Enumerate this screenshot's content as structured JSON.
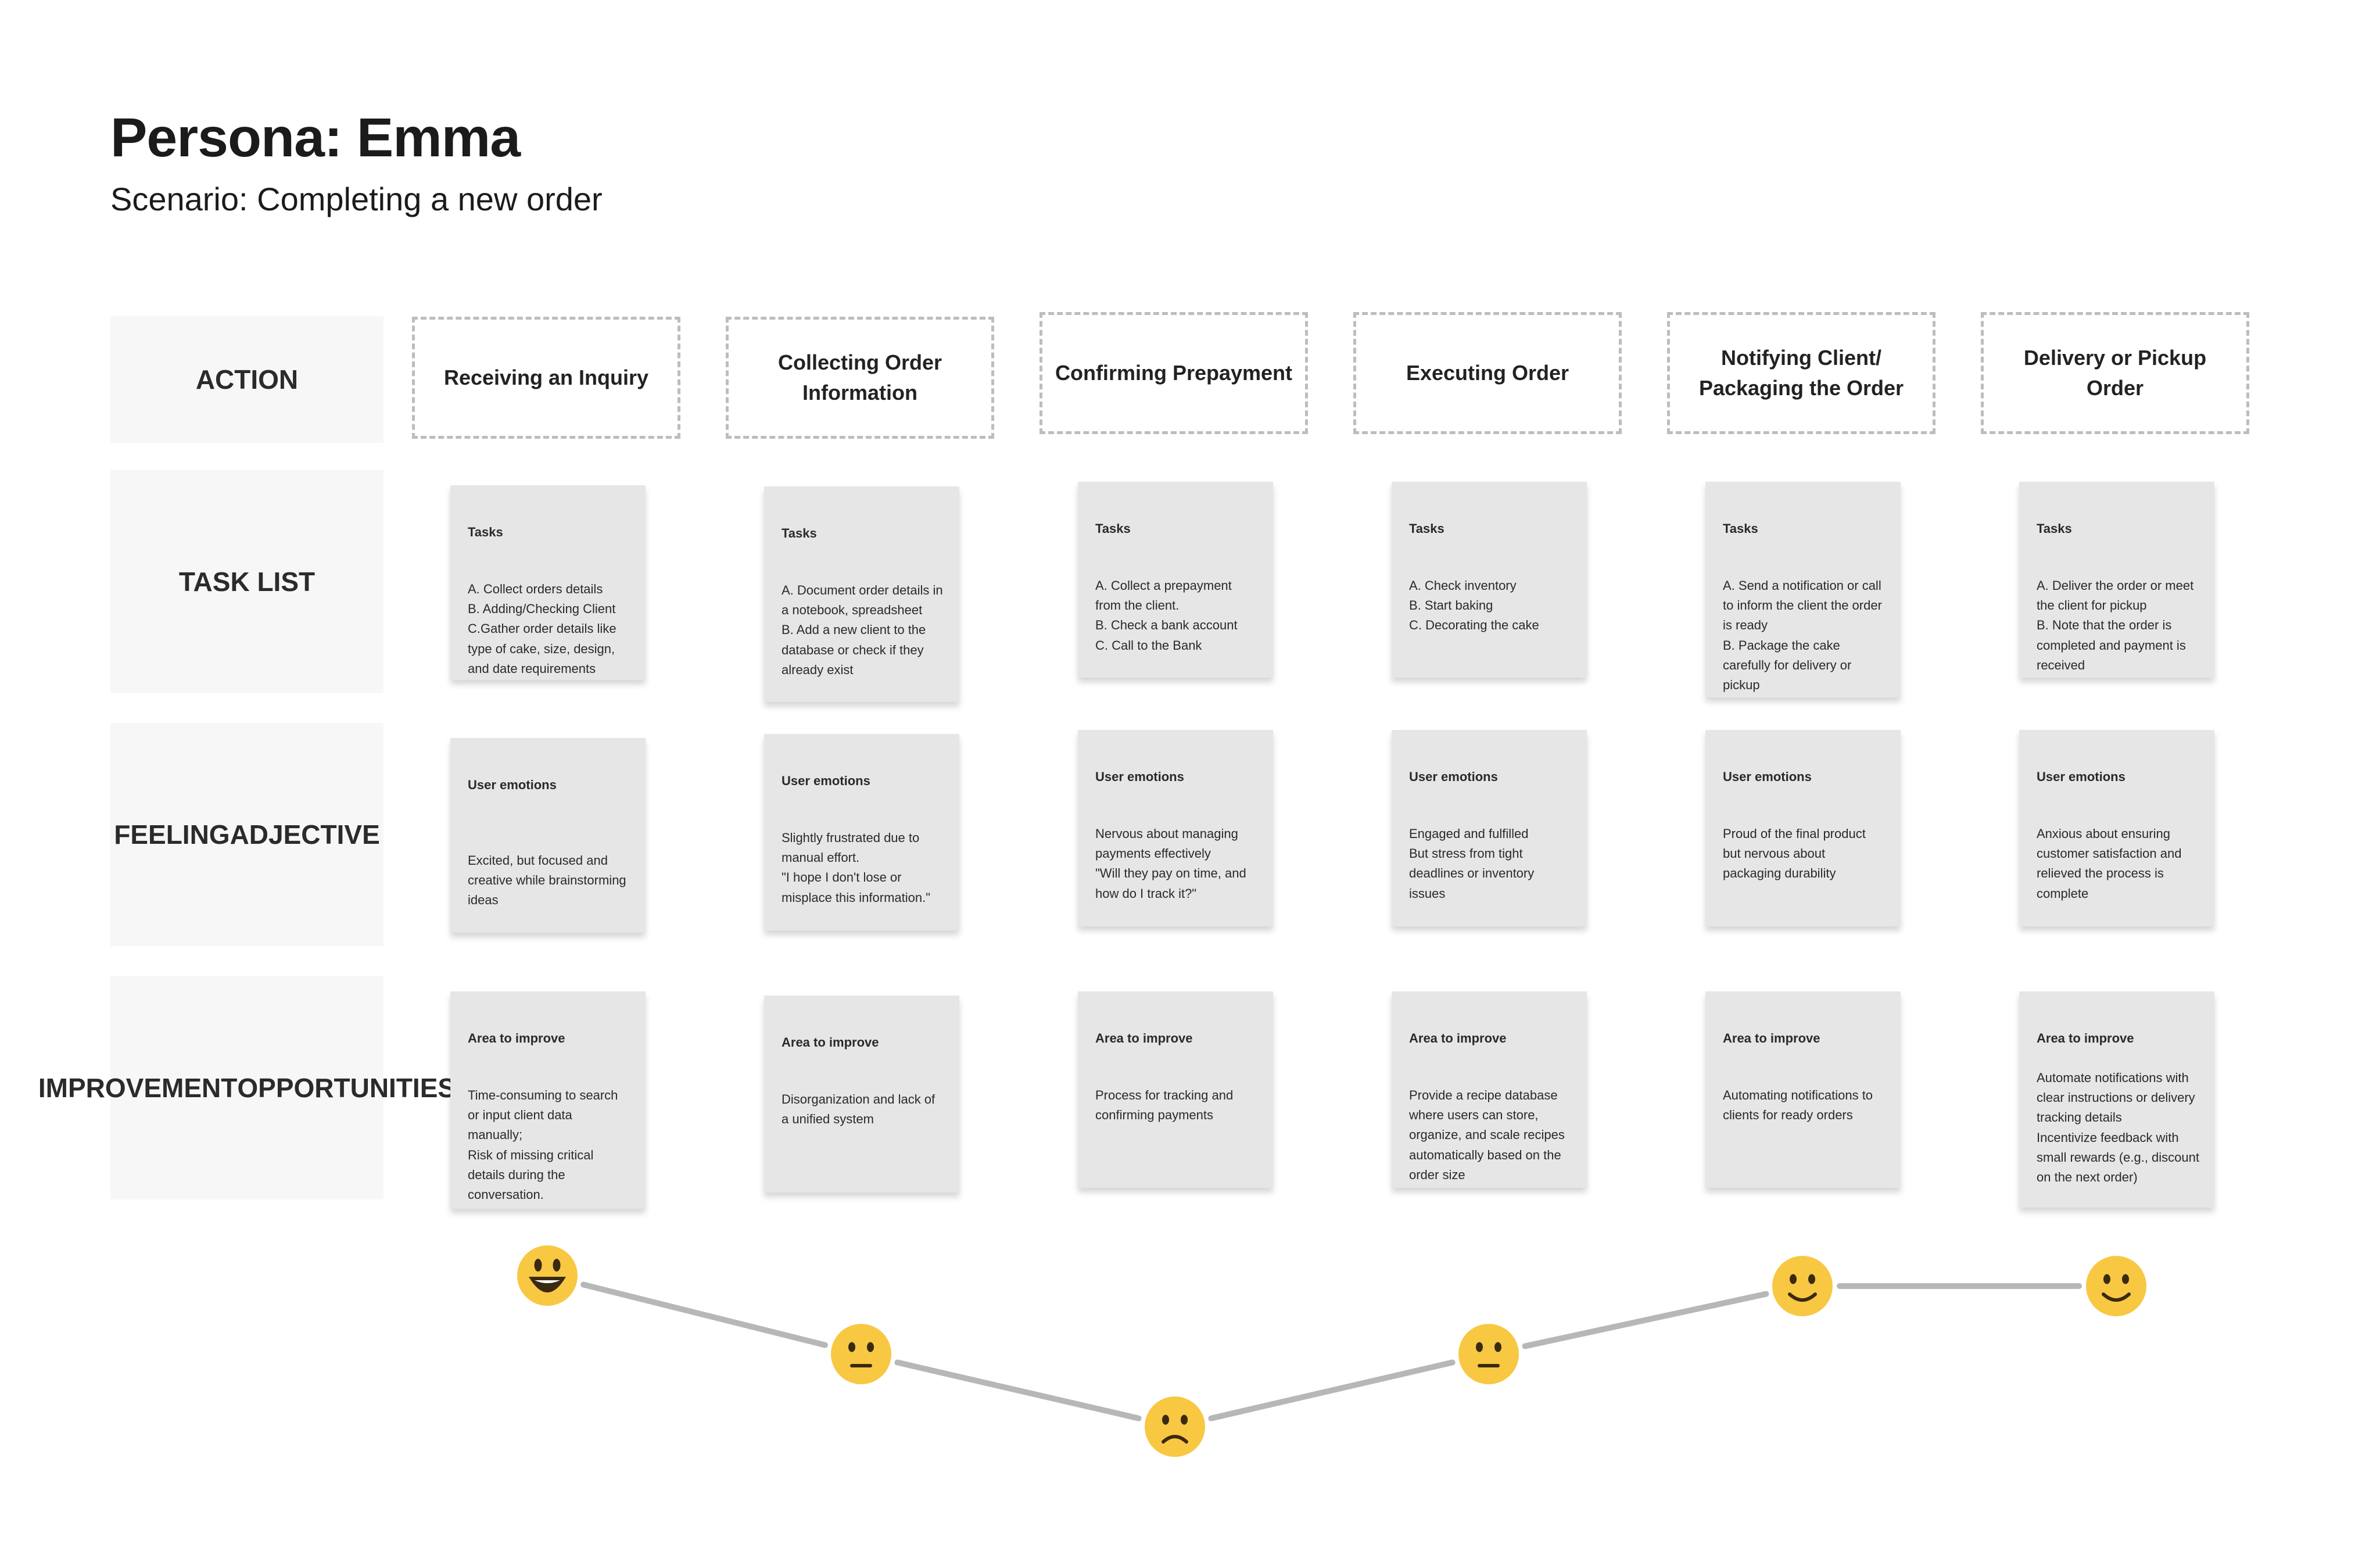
{
  "header": {
    "title": "Persona: Emma",
    "subtitle": "Scenario: Completing a new order"
  },
  "rows": {
    "action": [
      "ACTION"
    ],
    "task_list": [
      "TASK LIST"
    ],
    "feeling": [
      "FEELING",
      "ADJECTIVE"
    ],
    "improvement": [
      "IMPROVEMENT",
      "OPPORTUNITIES"
    ]
  },
  "stages": [
    {
      "action": "Receiving an Inquiry",
      "tasks": {
        "heading": "Tasks",
        "body": "A. Collect orders details\nB. Adding/Checking Client\nC.Gather order details like type of cake, size, design, and date requirements"
      },
      "emotions": {
        "heading": "User emotions",
        "body": "Excited, but focused and creative while brainstorming ideas"
      },
      "improve": {
        "heading": "Area to improve",
        "body": "Time-consuming to search or input client data manually;\nRisk of missing critical details during the conversation."
      },
      "emoji": "😃"
    },
    {
      "action": "Collecting Order\nInformation",
      "tasks": {
        "heading": "Tasks",
        "body": "A. Document order details in a notebook, spreadsheet\nB. Add a new client to the database or check if they already exist"
      },
      "emotions": {
        "heading": "User emotions",
        "body": "Slightly frustrated due to manual effort.\n\"I hope I don't lose or misplace this information.\""
      },
      "improve": {
        "heading": "Area to improve",
        "body": "Disorganization and lack of a unified system"
      },
      "emoji": "😐"
    },
    {
      "action": "Confirming Prepayment",
      "tasks": {
        "heading": "Tasks",
        "body": "A. Collect a prepayment from the client.\nB. Check a bank account\nC. Call to the Bank"
      },
      "emotions": {
        "heading": "User emotions",
        "body": "Nervous about managing payments effectively\n\"Will they pay on time, and how do I track it?\""
      },
      "improve": {
        "heading": "Area to improve",
        "body": "Process for tracking and confirming payments"
      },
      "emoji": "🙁"
    },
    {
      "action": "Executing Order",
      "tasks": {
        "heading": "Tasks",
        "body": "A. Check inventory\nB. Start baking\nC. Decorating the cake"
      },
      "emotions": {
        "heading": "User emotions",
        "body": "Engaged and fulfilled\nBut stress from tight deadlines or inventory issues"
      },
      "improve": {
        "heading": "Area to improve",
        "body": "Provide a recipe database where users can store, organize, and scale recipes automatically based on the order size"
      },
      "emoji": "😐"
    },
    {
      "action": "Notifying Client/\nPackaging the Order",
      "tasks": {
        "heading": "Tasks",
        "body": "A. Send a notification or call to inform the client the order is ready\nB. Package the cake carefully for delivery or pickup"
      },
      "emotions": {
        "heading": "User emotions",
        "body": "Proud of the final product but nervous about packaging durability"
      },
      "improve": {
        "heading": "Area to improve",
        "body": "Automating notifications to clients for ready orders"
      },
      "emoji": "🙂"
    },
    {
      "action": "Delivery or Pickup Order",
      "tasks": {
        "heading": "Tasks",
        "body": "A. Deliver the order or meet the client for pickup\nB. Note that the order is completed and payment is received"
      },
      "emotions": {
        "heading": "User emotions",
        "body": "Anxious about ensuring customer satisfaction and relieved the process is complete"
      },
      "improve": {
        "heading": "Area to improve",
        "body": "Automate notifications with clear instructions or delivery tracking details\nIncentivize feedback with small rewards (e.g., discount on the next order)"
      },
      "emoji": "🙂"
    }
  ],
  "emotion_curve": {
    "levels": [
      3,
      2,
      1,
      2,
      3,
      3
    ],
    "face_color": "#f8c843",
    "feature_color": "#3a2a10",
    "line_color": "#b7b7b7"
  }
}
